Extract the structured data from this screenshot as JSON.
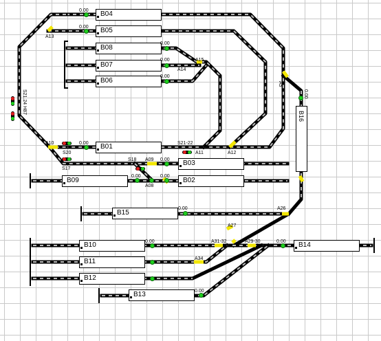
{
  "blocks": {
    "b04": "B04",
    "b05": "B05",
    "b08": "B08",
    "b07": "B07",
    "b06": "B06",
    "b01": "B01",
    "b03": "B03",
    "b02": "B02",
    "b09": "B09",
    "b15": "B15",
    "b10": "B10",
    "b11": "B11",
    "b12": "B12",
    "b13": "B13",
    "b14": "B14",
    "b16": "B16"
  },
  "speed": "0.00",
  "turnouts": {
    "a13": "A13",
    "a14": "A14",
    "a15": "A15",
    "a5": "A5",
    "a10": "A10",
    "s20": "S20",
    "s17": "S17",
    "s18": "S18",
    "a09": "A09",
    "a08": "A08",
    "s21_22": "S21-22",
    "a11": "A11",
    "a12": "A12",
    "a26": "A26",
    "a27": "A27",
    "a31_32": "A31-32",
    "a29_30": "A29-30",
    "a34": "A34"
  },
  "signal_label": "S21.24 H87",
  "colors": {
    "track": "#000000",
    "occupied": "#f2e600",
    "free_signal": "#1ed01e",
    "stop_signal": "#e01e1e"
  }
}
